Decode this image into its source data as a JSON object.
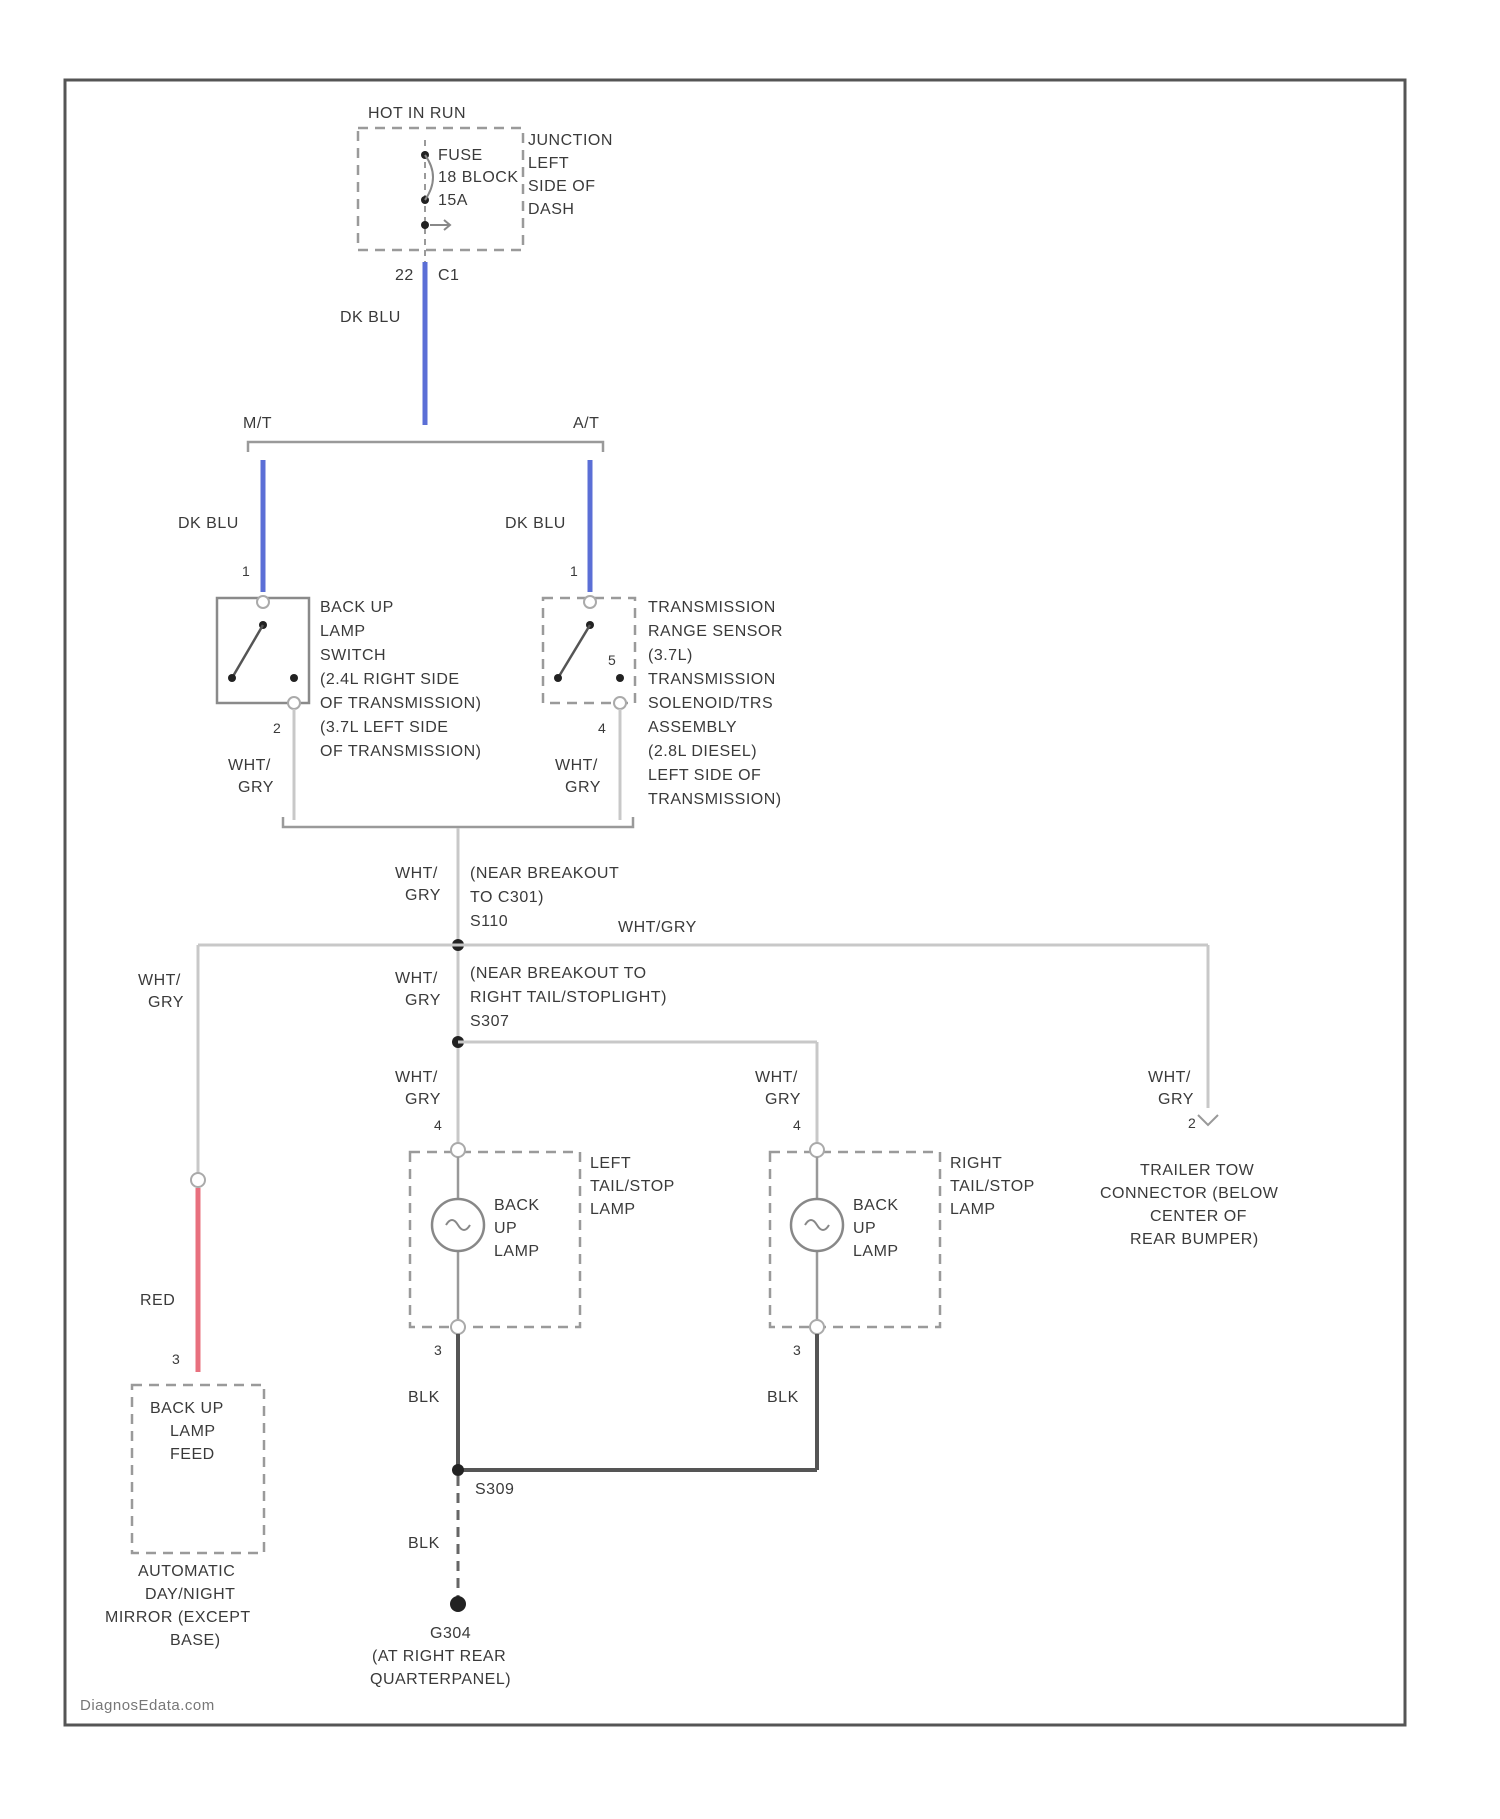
{
  "labels": {
    "hot_in_run": "HOT IN RUN",
    "fuse": [
      "FUSE",
      "18 BLOCK",
      "15A"
    ],
    "junction": [
      "JUNCTION",
      "LEFT",
      "SIDE OF",
      "DASH"
    ],
    "c1_left": "22",
    "c1_right": "C1",
    "dk_blu": "DK BLU",
    "mt": "M/T",
    "at": "A/T",
    "pin_1": "1",
    "pin_2": "2",
    "pin_5": "5",
    "pin_4": "4",
    "pin_3": "3",
    "backup_switch": [
      "BACK UP",
      "LAMP",
      "SWITCH",
      "(2.4L RIGHT SIDE",
      "OF TRANSMISSION)",
      "(3.7L LEFT SIDE",
      "OF TRANSMISSION)"
    ],
    "trans_sensor": [
      "TRANSMISSION",
      "RANGE SENSOR",
      "(3.7L)",
      "TRANSMISSION",
      "SOLENOID/TRS",
      "ASSEMBLY",
      "(2.8L DIESEL)",
      "LEFT SIDE OF",
      "TRANSMISSION)"
    ],
    "wht_gry": [
      "WHT/",
      "GRY"
    ],
    "wht_gry_inline": "WHT/GRY",
    "splice_1": [
      "(NEAR BREAKOUT",
      "TO C301)",
      "S110"
    ],
    "splice_2": [
      "(NEAR BREAKOUT TO",
      "RIGHT TAIL/STOPLIGHT)",
      "S307"
    ],
    "left_lamp": [
      "LEFT",
      "TAIL/STOP",
      "LAMP"
    ],
    "right_lamp": [
      "RIGHT",
      "TAIL/STOP",
      "LAMP"
    ],
    "backup_lamp": [
      "BACK",
      "UP",
      "LAMP"
    ],
    "trailer": [
      "TRAILER TOW",
      "CONNECTOR (BELOW",
      "CENTER OF",
      "REAR BUMPER)"
    ],
    "red": "RED",
    "mirror_feed": [
      "BACK UP",
      "LAMP",
      "FEED"
    ],
    "mirror_name": [
      "AUTOMATIC",
      "DAY/NIGHT",
      "MIRROR (EXCEPT",
      "BASE)"
    ],
    "blk": "BLK",
    "splice_3": "S309",
    "ground": [
      "G304",
      "(AT RIGHT REAR",
      "QUARTERPANEL)"
    ],
    "watermark": "DiagnosEdata.com"
  },
  "colors": {
    "dk_blu": "#5b6fd6",
    "wht_gry": "#c8c8c8",
    "red": "#e8707e",
    "blk": "#555555"
  }
}
